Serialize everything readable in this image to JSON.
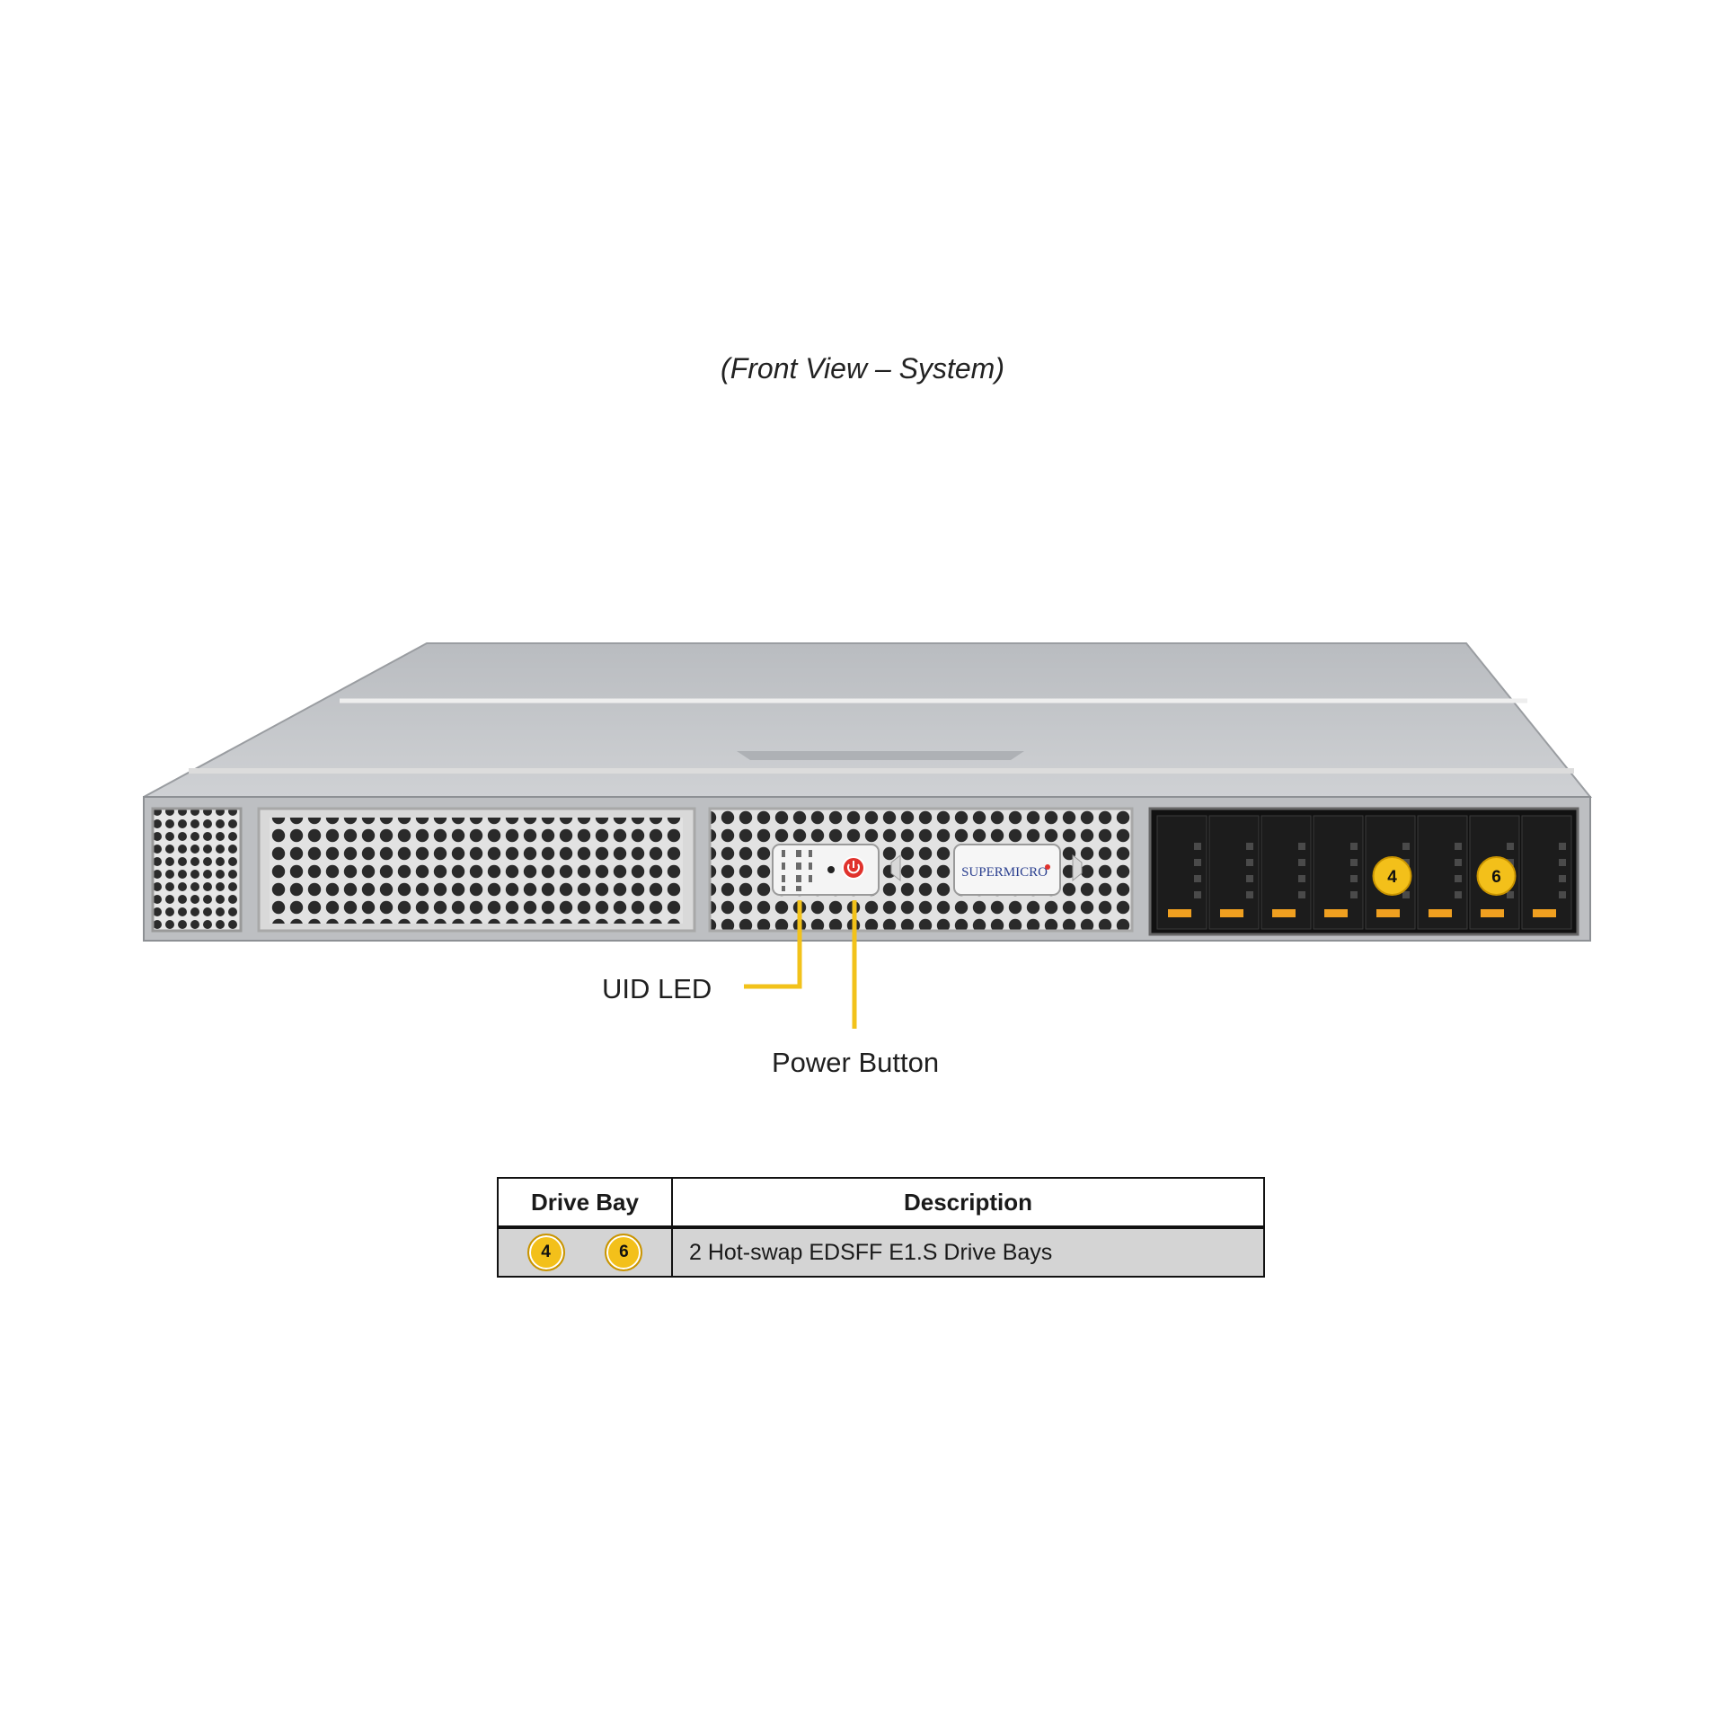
{
  "caption": "(Front View – System)",
  "callouts": {
    "uid_led": "UID LED",
    "power_button": "Power Button"
  },
  "server": {
    "brand_logo": "SUPERMICRO",
    "drive_badges": [
      "4",
      "6"
    ],
    "colors": {
      "chassis": "#c4c6c9",
      "drive_bay": "#1c1c1c",
      "drive_latch": "#f0a020",
      "badge": "#f3c01a",
      "power_button": "#e0322c",
      "callout_line": "#f2c21a"
    }
  },
  "legend_table": {
    "headers": [
      "Drive Bay",
      "Description"
    ],
    "rows": [
      {
        "badges": [
          "4",
          "6"
        ],
        "description": "2 Hot-swap EDSFF E1.S Drive Bays"
      }
    ]
  }
}
